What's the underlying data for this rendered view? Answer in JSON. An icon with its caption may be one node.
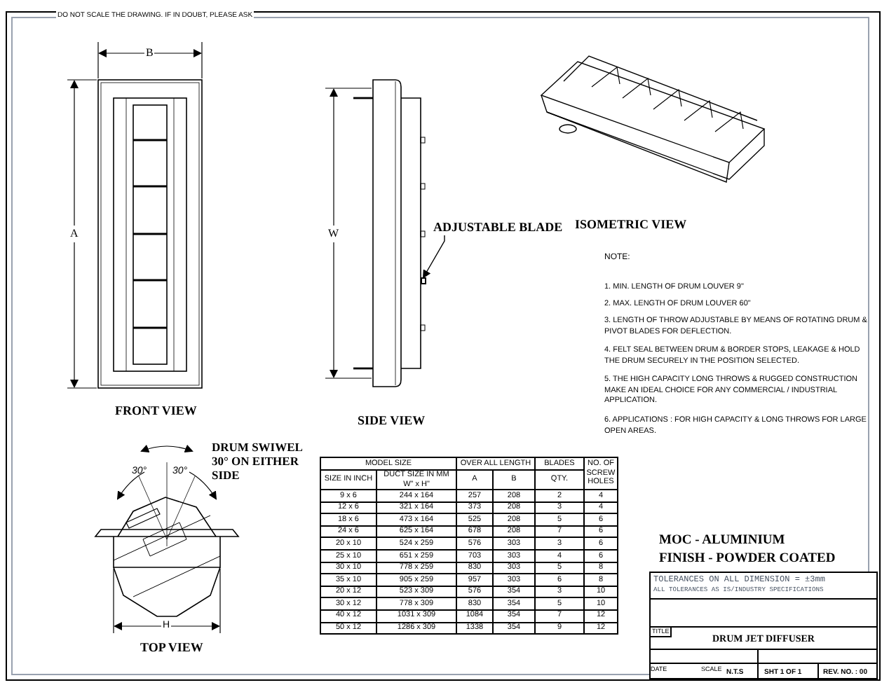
{
  "diagram": {
    "title": "DRUM JET DIFFUSER",
    "nodes": [
      {
        "text": [
          "ADJUSTABLE BLADE"
        ]
      },
      {
        "text": [],
        "shape": "box"
      }
    ],
    "edges": [
      {
        "from": 0,
        "to": 1,
        "arrow": "to"
      }
    ],
    "labels": [
      "DO NOT SCALE THE DRAWING. IF IN DOUBT, PLEASE ASK",
      "B",
      "A",
      "W",
      "FRONT VIEW",
      "SIDE VIEW",
      "ISOMETRIC VIEW",
      "NOTE:",
      "1. MIN. LENGTH OF DRUM LOUVER 9\"",
      "2. MAX. LENGTH OF DRUM LOUVER 60\"",
      "3. LENGTH OF THROW ADJUSTABLE BY MEANS OF ROTATING DRUM & PIVOT BLADES FOR DEFLECTION.",
      "4. FELT SEAL BETWEEN DRUM & BORDER STOPS, LEAKAGE & HOLD THE DRUM SECURELY IN THE POSITION SELECTED.",
      "5. THE HIGH CAPACITY LONG THROWS & RUGGED CONSTRUCTION MAKE AN IDEAL CHOICE FOR ANY COMMERCIAL / INDUSTRIAL APPLICATION.",
      "6. APPLICATIONS : FOR HIGH CAPACITY & LONG THROWS FOR LARGE OPEN AREAS.",
      "DRUM SWIWEL 30° ON EITHER SIDE",
      "30°",
      "30°",
      "H",
      "TOP VIEW",
      "MODEL SIZE",
      "OVER ALL LENGTH",
      "BLADES",
      "NO. OF SCREW HOLES",
      "SIZE IN INCH",
      "DUCT SIZE IN MM W\" x H\"",
      "A",
      "B",
      "QTY.",
      "9 x 6",
      "244 x 164",
      "257",
      "208",
      "2",
      "4",
      "12 x 6",
      "321 x 164",
      "373",
      "208",
      "3",
      "4",
      "18 x 6",
      "473 x 164",
      "525",
      "208",
      "5",
      "6",
      "24 x 6",
      "625 x 164",
      "678",
      "208",
      "7",
      "6",
      "20 x 10",
      "524 x 259",
      "576",
      "303",
      "3",
      "6",
      "25 x 10",
      "651 x 259",
      "703",
      "303",
      "4",
      "6",
      "30 x 10",
      "778 x 259",
      "830",
      "303",
      "5",
      "8",
      "35 x 10",
      "905 x 259",
      "957",
      "303",
      "6",
      "8",
      "20 x 12",
      "523 x 309",
      "576",
      "354",
      "3",
      "10",
      "30 x 12",
      "778 x 309",
      "830",
      "354",
      "5",
      "10",
      "40 x 12",
      "1031 x 309",
      "1084",
      "354",
      "7",
      "12",
      "50 x 12",
      "1286 x 309",
      "1338",
      "354",
      "9",
      "12",
      "MOC - ALUMINIUM",
      "FINISH - POWDER COATED",
      "TOLERANCES ON ALL DIMENSION = ±3mm",
      "ALL TOLERANCES AS IS/INDUSTRY SPECIFICATIONS",
      "TITLE",
      "DATE",
      "SCALE",
      "N.T.S",
      "SHT 1 OF 1",
      "REV. NO. : 00"
    ]
  }
}
